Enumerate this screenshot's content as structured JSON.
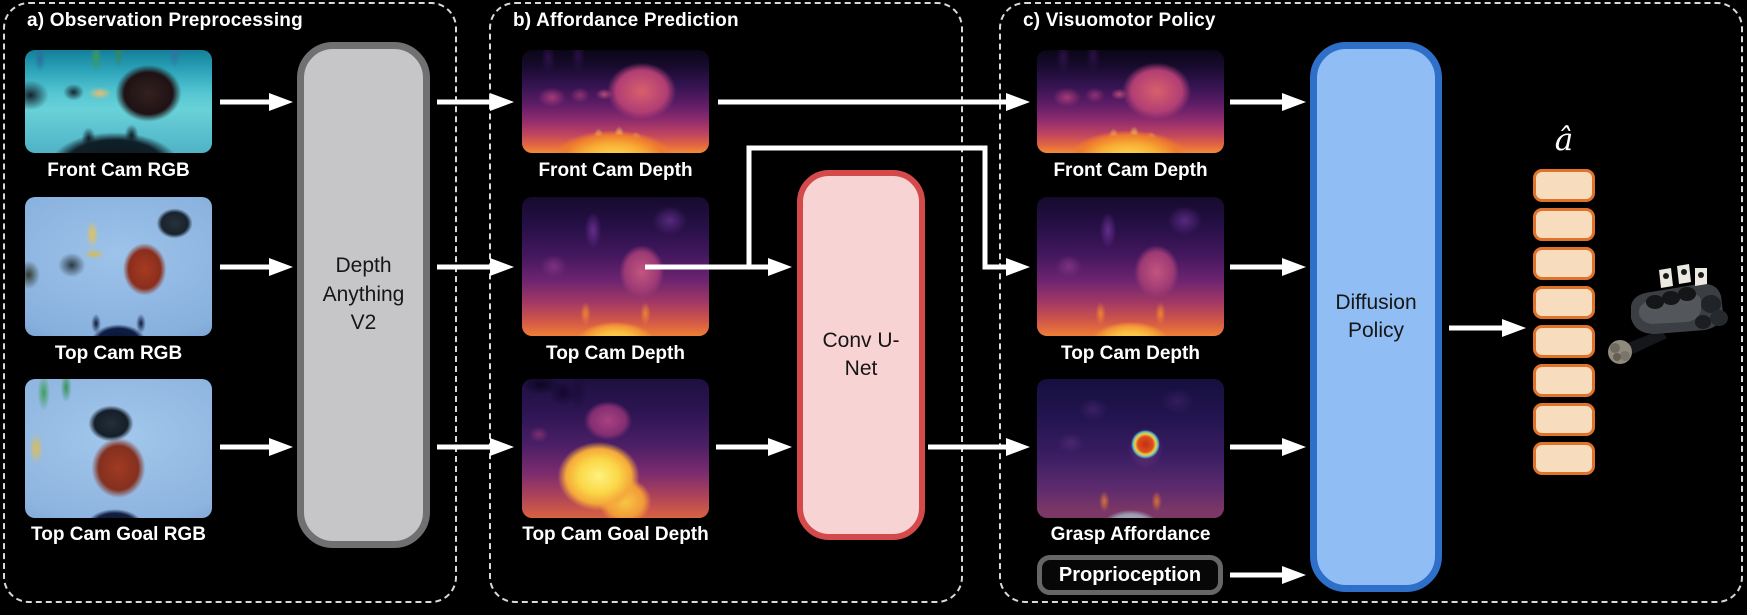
{
  "colors": {
    "background": "#000000",
    "panel_border": "#ffffff",
    "arrow": "#ffffff",
    "depth_anything_fill": "#c6c6c8",
    "depth_anything_border": "#707072",
    "conv_unet_fill": "#f8d3d4",
    "conv_unet_border": "#d44a4b",
    "diffusion_policy_fill": "#90bdf3",
    "diffusion_policy_border": "#2e6fc9",
    "proprioception_border": "#666666",
    "action_token_fill": "#f7dcbd",
    "action_token_border": "#e0732c"
  },
  "panels": {
    "a": {
      "title": "a) Observation Preprocessing",
      "images": [
        {
          "label": "Front Cam RGB"
        },
        {
          "label": "Top Cam RGB"
        },
        {
          "label": "Top Cam Goal RGB"
        }
      ],
      "model_box": "Depth Anything V2"
    },
    "b": {
      "title": "b) Affordance Prediction",
      "images": [
        {
          "label": "Front Cam Depth"
        },
        {
          "label": "Top Cam Depth"
        },
        {
          "label": "Top Cam Goal Depth"
        }
      ],
      "model_box": "Conv U-Net"
    },
    "c": {
      "title": "c) Visuomotor Policy",
      "images": [
        {
          "label": "Front Cam Depth"
        },
        {
          "label": "Top Cam Depth"
        },
        {
          "label": "Grasp Affordance"
        }
      ],
      "proprioception": "Proprioception",
      "model_box": "Diffusion Policy"
    }
  },
  "output": {
    "action_symbol": "â",
    "action_token_count": 8
  }
}
